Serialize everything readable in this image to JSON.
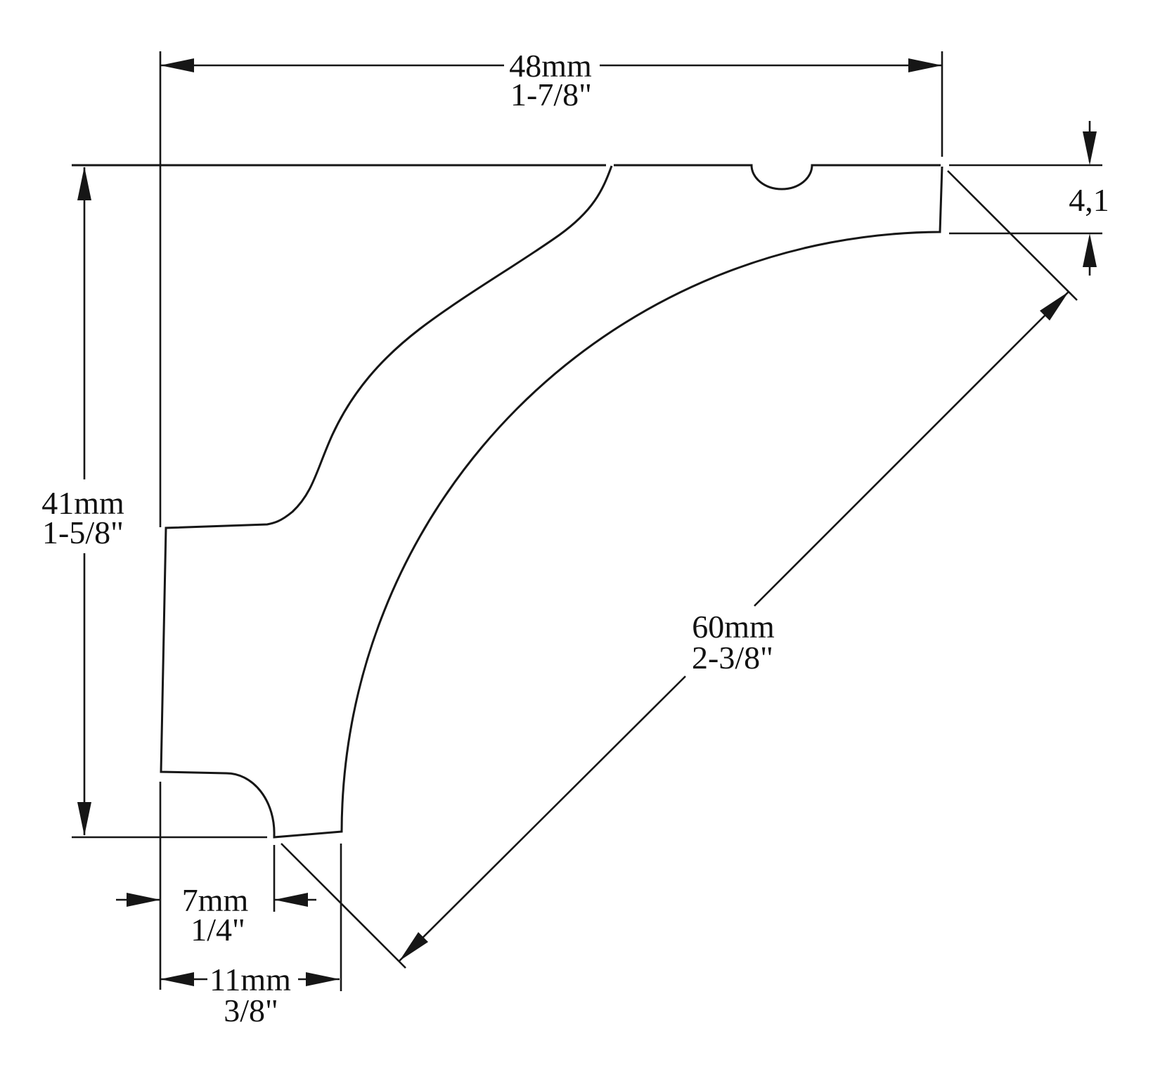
{
  "drawing": {
    "type": "molding-profile-dimension-drawing",
    "line_color": "#161616",
    "background_color": "#ffffff"
  },
  "dimensions": {
    "top_width": {
      "metric": "48mm",
      "imperial": "1-7/8\""
    },
    "left_height": {
      "metric": "41mm",
      "imperial": "1-5/8\""
    },
    "right_edge": {
      "metric": "4,1"
    },
    "diagonal_face": {
      "metric": "60mm",
      "imperial": "2-3/8\""
    },
    "bottom_foot_width": {
      "metric": "7mm",
      "imperial": "1/4\""
    },
    "bottom_width": {
      "metric": "11mm",
      "imperial": "3/8\""
    }
  }
}
